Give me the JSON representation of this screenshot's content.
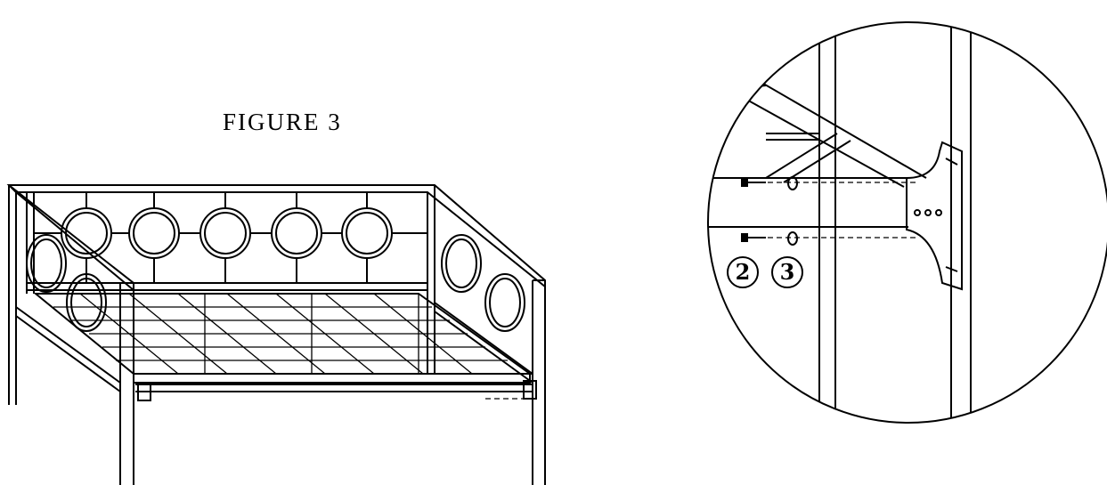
{
  "figure": {
    "title": "FIGURE 3"
  },
  "callouts": [
    {
      "id": "part-2",
      "label": "2"
    },
    {
      "id": "part-3",
      "label": "3"
    }
  ],
  "detail_view": {
    "bracket_holes": 3
  }
}
